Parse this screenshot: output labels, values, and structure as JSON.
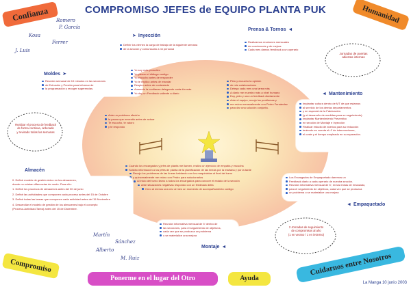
{
  "title": "COMPROMISO JEFES de EQUIPO PLANTA PUK",
  "corners": {
    "confianza": "Confianza",
    "humanidad": "Humanidad",
    "compromiso": "Compromiso",
    "ponerme": "Ponerme en el lugar del Otro",
    "ayuda": "Ayuda",
    "cuidarnos": "Cuidarnos entre Nosotros"
  },
  "date": "La Manga 10 junio 2003",
  "sections": {
    "inyeccion": {
      "label": "Inyección",
      "items": [
        "Definir los viernes la carga de trabajo de la siguiente semana",
        "de la sección y comunicarlo a mi personal"
      ]
    },
    "prensa": {
      "label": "Prensa & Tornos",
      "items": [
        "Realizamos reuniones mensuales",
        "de convivencia y de mejora",
        "Cada mes damos feedback a un operario"
      ]
    },
    "moldes": {
      "label": "Moldes",
      "items": [
        "Reunión semanal de 10 minutos en las secciones",
        "de Extrusión y Presión para informar de",
        "la programación y recoger sugerencias."
      ]
    },
    "mantenimiento": {
      "label": "Mantenimiento",
      "items": [
        "Implantar cultura dentro de MT de que estamos",
        "al servicio de los demás departamentos",
        "y en especial de la Fabricación.",
        "(y el desarrollo de medidas para su seguimiento).",
        "Implantar Mantenimiento Preventivo",
        "en sección de Montaje e Inyección",
        "Realizar estudio de averías para su reducción",
        "teniendo en cuenta el nº de intervenciones,",
        "el coste y el tiempo empleado en su reparación."
      ]
    },
    "almacen": {
      "label": "Almacén",
      "items": [
        "0. Definir modelo de gestión único en los almacenes,",
        "   donde no existan diferencias de modo. Para ello:",
        "1. Definir los procesos de almacenes antes del 30 de junio",
        "2. Definir las actividades que componen cada proceso antes del 15 de Octubre",
        "3. Definir todas las tareas que componen cada actividad antes del 15 Noviembre",
        "4. Desarrollar el modelo de gestión de los almacenes bajo el concepto",
        "   (Proceso-Actividad-Tarea) antes del 15 de Diciembre."
      ]
    },
    "empaquetado": {
      "label": "Empaquetado",
      "items": [
        "Los Encargados de Empaquetado daremos un",
        "Feedback diario a cada operario de nuestra sección.",
        "Reunión informativa mensual de 5', en las líneas de envasado,",
        "para el seguimiento de objetivos, cada vez que se produzca",
        "un problema o se materialice una mejora"
      ]
    },
    "montaje": {
      "label": "Montaje",
      "items": [
        "Reunión informativa mensual de 5' dentro de",
        "las secciones, para el seguimiento de objetivos,",
        "cada vez que se produzca un problema",
        "o se materialice una mejora"
      ]
    }
  },
  "center": {
    "left_top": [
      "Yo soy más proactivo",
      "Yo pienso el diálogo contigo",
      "Yo escucho antes de responder",
      "Yo te explico antes de mandar",
      "Respiro antes de contestarte",
      "Aumento la confianza delegando cada día más",
      "Yo doy un Feedback valiente a diario"
    ],
    "right_top": [
      "Pido y escucho la opinión",
      "de mis colaboradores",
      "Delego cada mes una tarea más",
      "A diario me muestro más a nivel humano",
      "Doy, pido y uso un feedback diariamente",
      "Ante el equipo, recojo los problemas y",
      "me reúno mensualmente con Pedro Fernández",
      "para dar una solución conjunta."
    ],
    "left_mid": [
      "Ante un problema efectúo",
      "la pausa que necesito antes de actuar",
      "Te escucho, te valoro",
      "y te respondo"
    ],
    "bottom": [
      "Cuando los encargados y jefes de planta me llamen, realizo un ejercicio de empatía y escucha",
      "Solicito información a los jefes de planta de la planificación de las líneas por la mañana y por la tarde",
      "Recojo los problemas de las líneas hablando con los maquinistas al final del turno",
      "y quincenalmente me reúno con Pedro para solucionarlos",
      "Al inicio del turno llamo a todos los encargados para conocer el estado de la sección",
      "Ante situaciones negativas respondo con un feedback delta",
      "Creo al menos una vez al mes un momento de acompañamiento contigo"
    ]
  },
  "bubbles": {
    "top_right": [
      "Jornadas de puertas",
      "abiertas internas"
    ],
    "left_mid": [
      "Realizar el proceso de feedback",
      "de forma continua, ordenado",
      "y revisado todas las semanas"
    ],
    "bottom_right": [
      "2 Jornadas de seguimiento",
      "de compromisos al año",
      "(1 en verano / 1 en invierno)"
    ]
  },
  "signatures": {
    "top_left": [
      "Romero",
      "P. García",
      "Kosa",
      "Ferrer",
      "J. Luis"
    ],
    "bottom_left": [
      "Martín",
      "Sánchez",
      "Alberto",
      "M. Ruiz"
    ]
  },
  "colors": {
    "title": "#2a3f8f",
    "item_text": "#b02020",
    "bullet": "#2a5ec8"
  }
}
